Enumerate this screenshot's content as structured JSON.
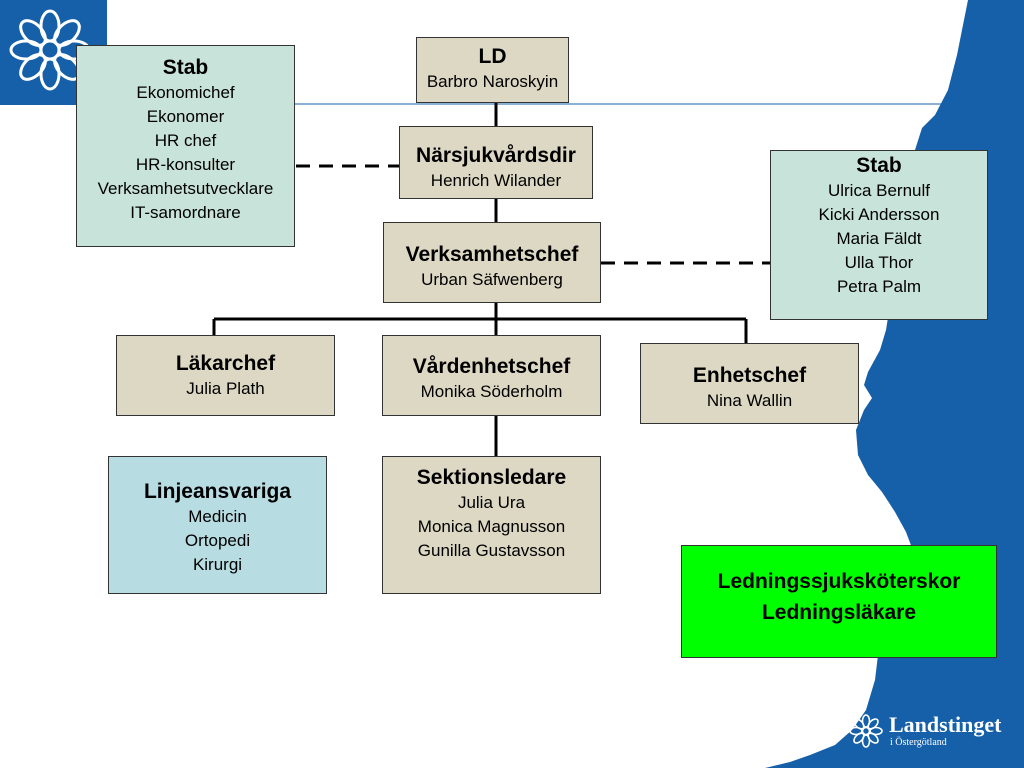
{
  "colors": {
    "brand_blue": "#1560a8",
    "box_tan": "#ddd8c3",
    "box_mint": "#c8e3d9",
    "box_light_blue": "#b7dde3",
    "box_green": "#00ff00"
  },
  "icons": [
    "flower-logo-icon",
    "flower-small-icon"
  ],
  "boxes": {
    "ld": {
      "title": "LD",
      "lines": [
        "Barbro Naroskyin"
      ]
    },
    "narsjukvard": {
      "title": "Närsjukvårdsdir",
      "lines": [
        "Henrich Wilander"
      ]
    },
    "verksamhetschef": {
      "title": "Verksamhetschef",
      "lines": [
        "Urban Säfwenberg"
      ]
    },
    "stab_left": {
      "title": "Stab",
      "lines": [
        "Ekonomichef",
        "Ekonomer",
        "HR chef",
        "HR-konsulter",
        "Verksamhetsutvecklare",
        "IT-samordnare"
      ]
    },
    "stab_right": {
      "title": "Stab",
      "lines": [
        "Ulrica Bernulf",
        "Kicki Andersson",
        "Maria Fäldt",
        "Ulla Thor",
        "Petra Palm"
      ]
    },
    "lakarchef": {
      "title": "Läkarchef",
      "lines": [
        "Julia Plath"
      ]
    },
    "vardenhetschef": {
      "title": "Vårdenhetschef",
      "lines": [
        "Monika Söderholm"
      ]
    },
    "enhetschef": {
      "title": "Enhetschef",
      "lines": [
        "Nina Wallin"
      ]
    },
    "linjeansvariga": {
      "title": "Linjeansvariga",
      "lines": [
        "Medicin",
        "Ortopedi",
        "Kirurgi"
      ]
    },
    "sektionsledare": {
      "title": "Sektionsledare",
      "lines": [
        "Julia Ura",
        "Monica Magnusson",
        "Gunilla Gustavsson"
      ]
    },
    "ledning": {
      "title": "Ledningssjuksköterskor",
      "title2": "Ledningsläkare"
    }
  },
  "logo": {
    "name": "Landstinget",
    "subtitle": "i Östergötland"
  }
}
